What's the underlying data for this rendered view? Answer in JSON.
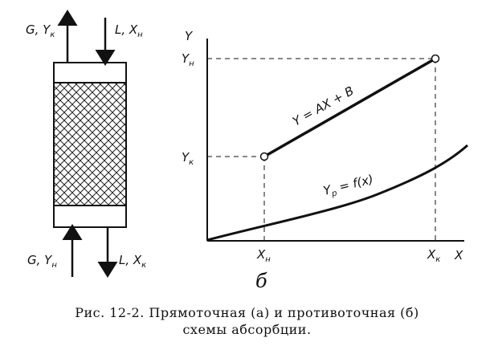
{
  "column": {
    "top_left": {
      "main": "G, Y",
      "sub": "к"
    },
    "top_right": {
      "main": "L, X",
      "sub": "н"
    },
    "bottom_left": {
      "main": "G, Y",
      "sub": "н"
    },
    "bottom_right": {
      "main": "L, X",
      "sub": "к"
    }
  },
  "graph": {
    "y_axis": "Y",
    "x_axis": "X",
    "y_high": {
      "main": "Y",
      "sub": "н"
    },
    "y_low": {
      "main": "Y",
      "sub": "к"
    },
    "x_low": {
      "main": "X",
      "sub": "н"
    },
    "x_high": {
      "main": "X",
      "sub": "к"
    },
    "operating_line": "Y = AX + B",
    "equilibrium": {
      "main": "Y",
      "sub": "р",
      "rest": " = f(x)"
    }
  },
  "panel_letter": "б",
  "caption": {
    "line1": "Рис. 12-2.  Прямоточная (а) и  противоточная (б)",
    "line2": "схемы абсорбции."
  }
}
